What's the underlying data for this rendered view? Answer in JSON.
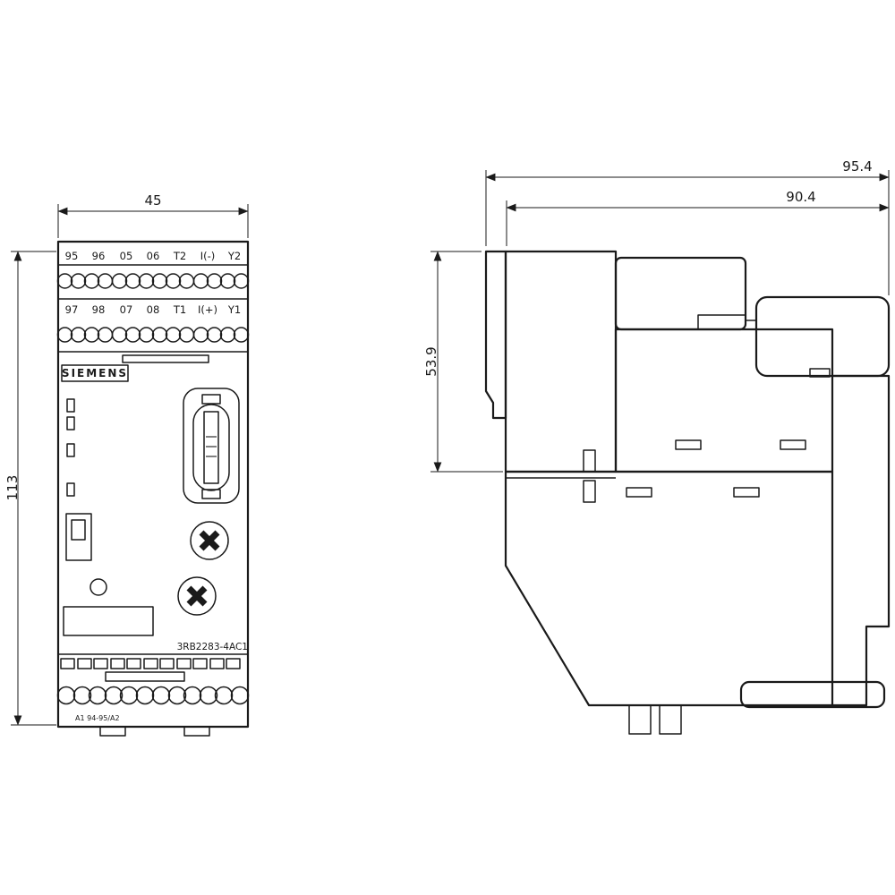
{
  "front": {
    "width_dim": "45",
    "height_dim": "113",
    "brand": "SIEMENS",
    "part_number": "3RB2283-4AC1",
    "terminal_row1": [
      "95",
      "96",
      "05",
      "06",
      "T2",
      "I(-)",
      "Y2"
    ],
    "terminal_row2": [
      "97",
      "98",
      "07",
      "08",
      "T1",
      "I(+)",
      "Y1"
    ],
    "bottom_label": "A1 94-95/A2"
  },
  "side": {
    "overall_depth": "95.4",
    "body_depth": "90.4",
    "upper_height": "53.9"
  },
  "colors": {
    "line": "#1a1a1a",
    "background": "#ffffff"
  }
}
